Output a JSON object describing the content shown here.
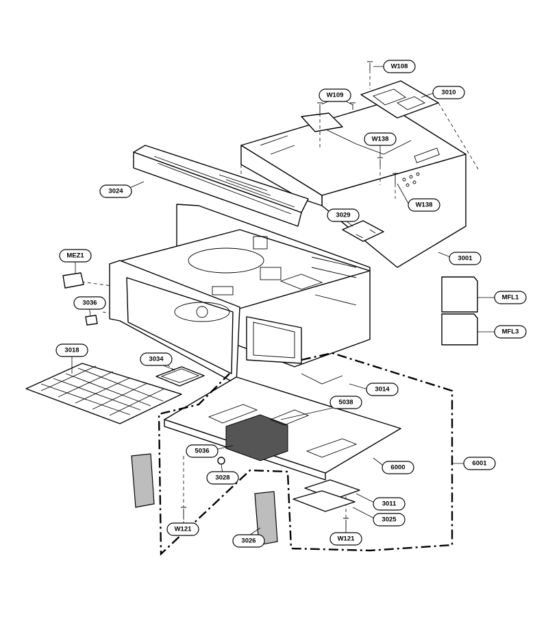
{
  "labels": {
    "W108": "W108",
    "p3010": "3010",
    "W109": "W109",
    "W138a": "W138",
    "W138b": "W138",
    "p3024": "3024",
    "p3029": "3029",
    "p3001": "3001",
    "MEZ1": "MEZ1",
    "MFL1": "MFL1",
    "MFL3": "MFL3",
    "p3036": "3036",
    "p3018": "3018",
    "p3034": "3034",
    "p3014": "3014",
    "p5038": "5038",
    "p5036": "5036",
    "p6000": "6000",
    "p6001": "6001",
    "p3028": "3028",
    "p3011": "3011",
    "p3025": "3025",
    "W121a": "W121",
    "W121b": "W121",
    "p3026": "3026"
  }
}
